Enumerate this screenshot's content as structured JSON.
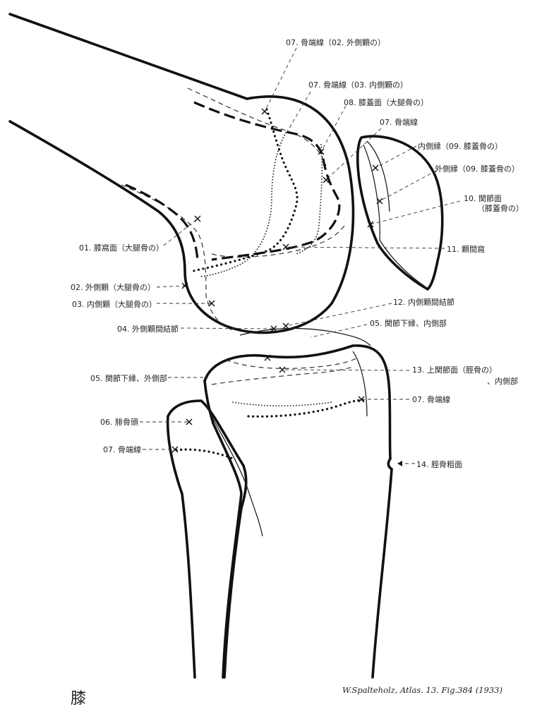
{
  "caption": "膝",
  "credit": "W.Spalteholz, Atlas. 13. Fig.384 (1933)",
  "labels": {
    "l07a": "07. 骨端線（02. 外側顆の）",
    "l07b": "07. 骨端線（03. 内側顆の）",
    "l08": "08. 膝蓋面（大腿骨の）",
    "l07c": "07. 骨端線",
    "l09a": "内側縁（09. 膝蓋骨の）",
    "l09b": "外側縁（09. 膝蓋骨の）",
    "l10a": "10. 関節面",
    "l10b": "（膝蓋骨の）",
    "l11": "11. 顆間窩",
    "l01": "01. 膝窩面（大腿骨の）",
    "l02": "02. 外側顆（大腿骨の）",
    "l03": "03. 内側顆（大腿骨の）",
    "l12": "12. 内側顆間結節",
    "l04": "04. 外側顆間結節",
    "l05r": "05. 関節下縁、内側部",
    "l05l": "05. 関節下縁、外側部",
    "l13a": "13. 上関節面（脛骨の）",
    "l13b": "、内側部",
    "l07d": "07. 骨端線",
    "l06": "06. 腓骨頭",
    "l07e": "07. 骨端線",
    "l14": "14. 脛骨粗面"
  }
}
